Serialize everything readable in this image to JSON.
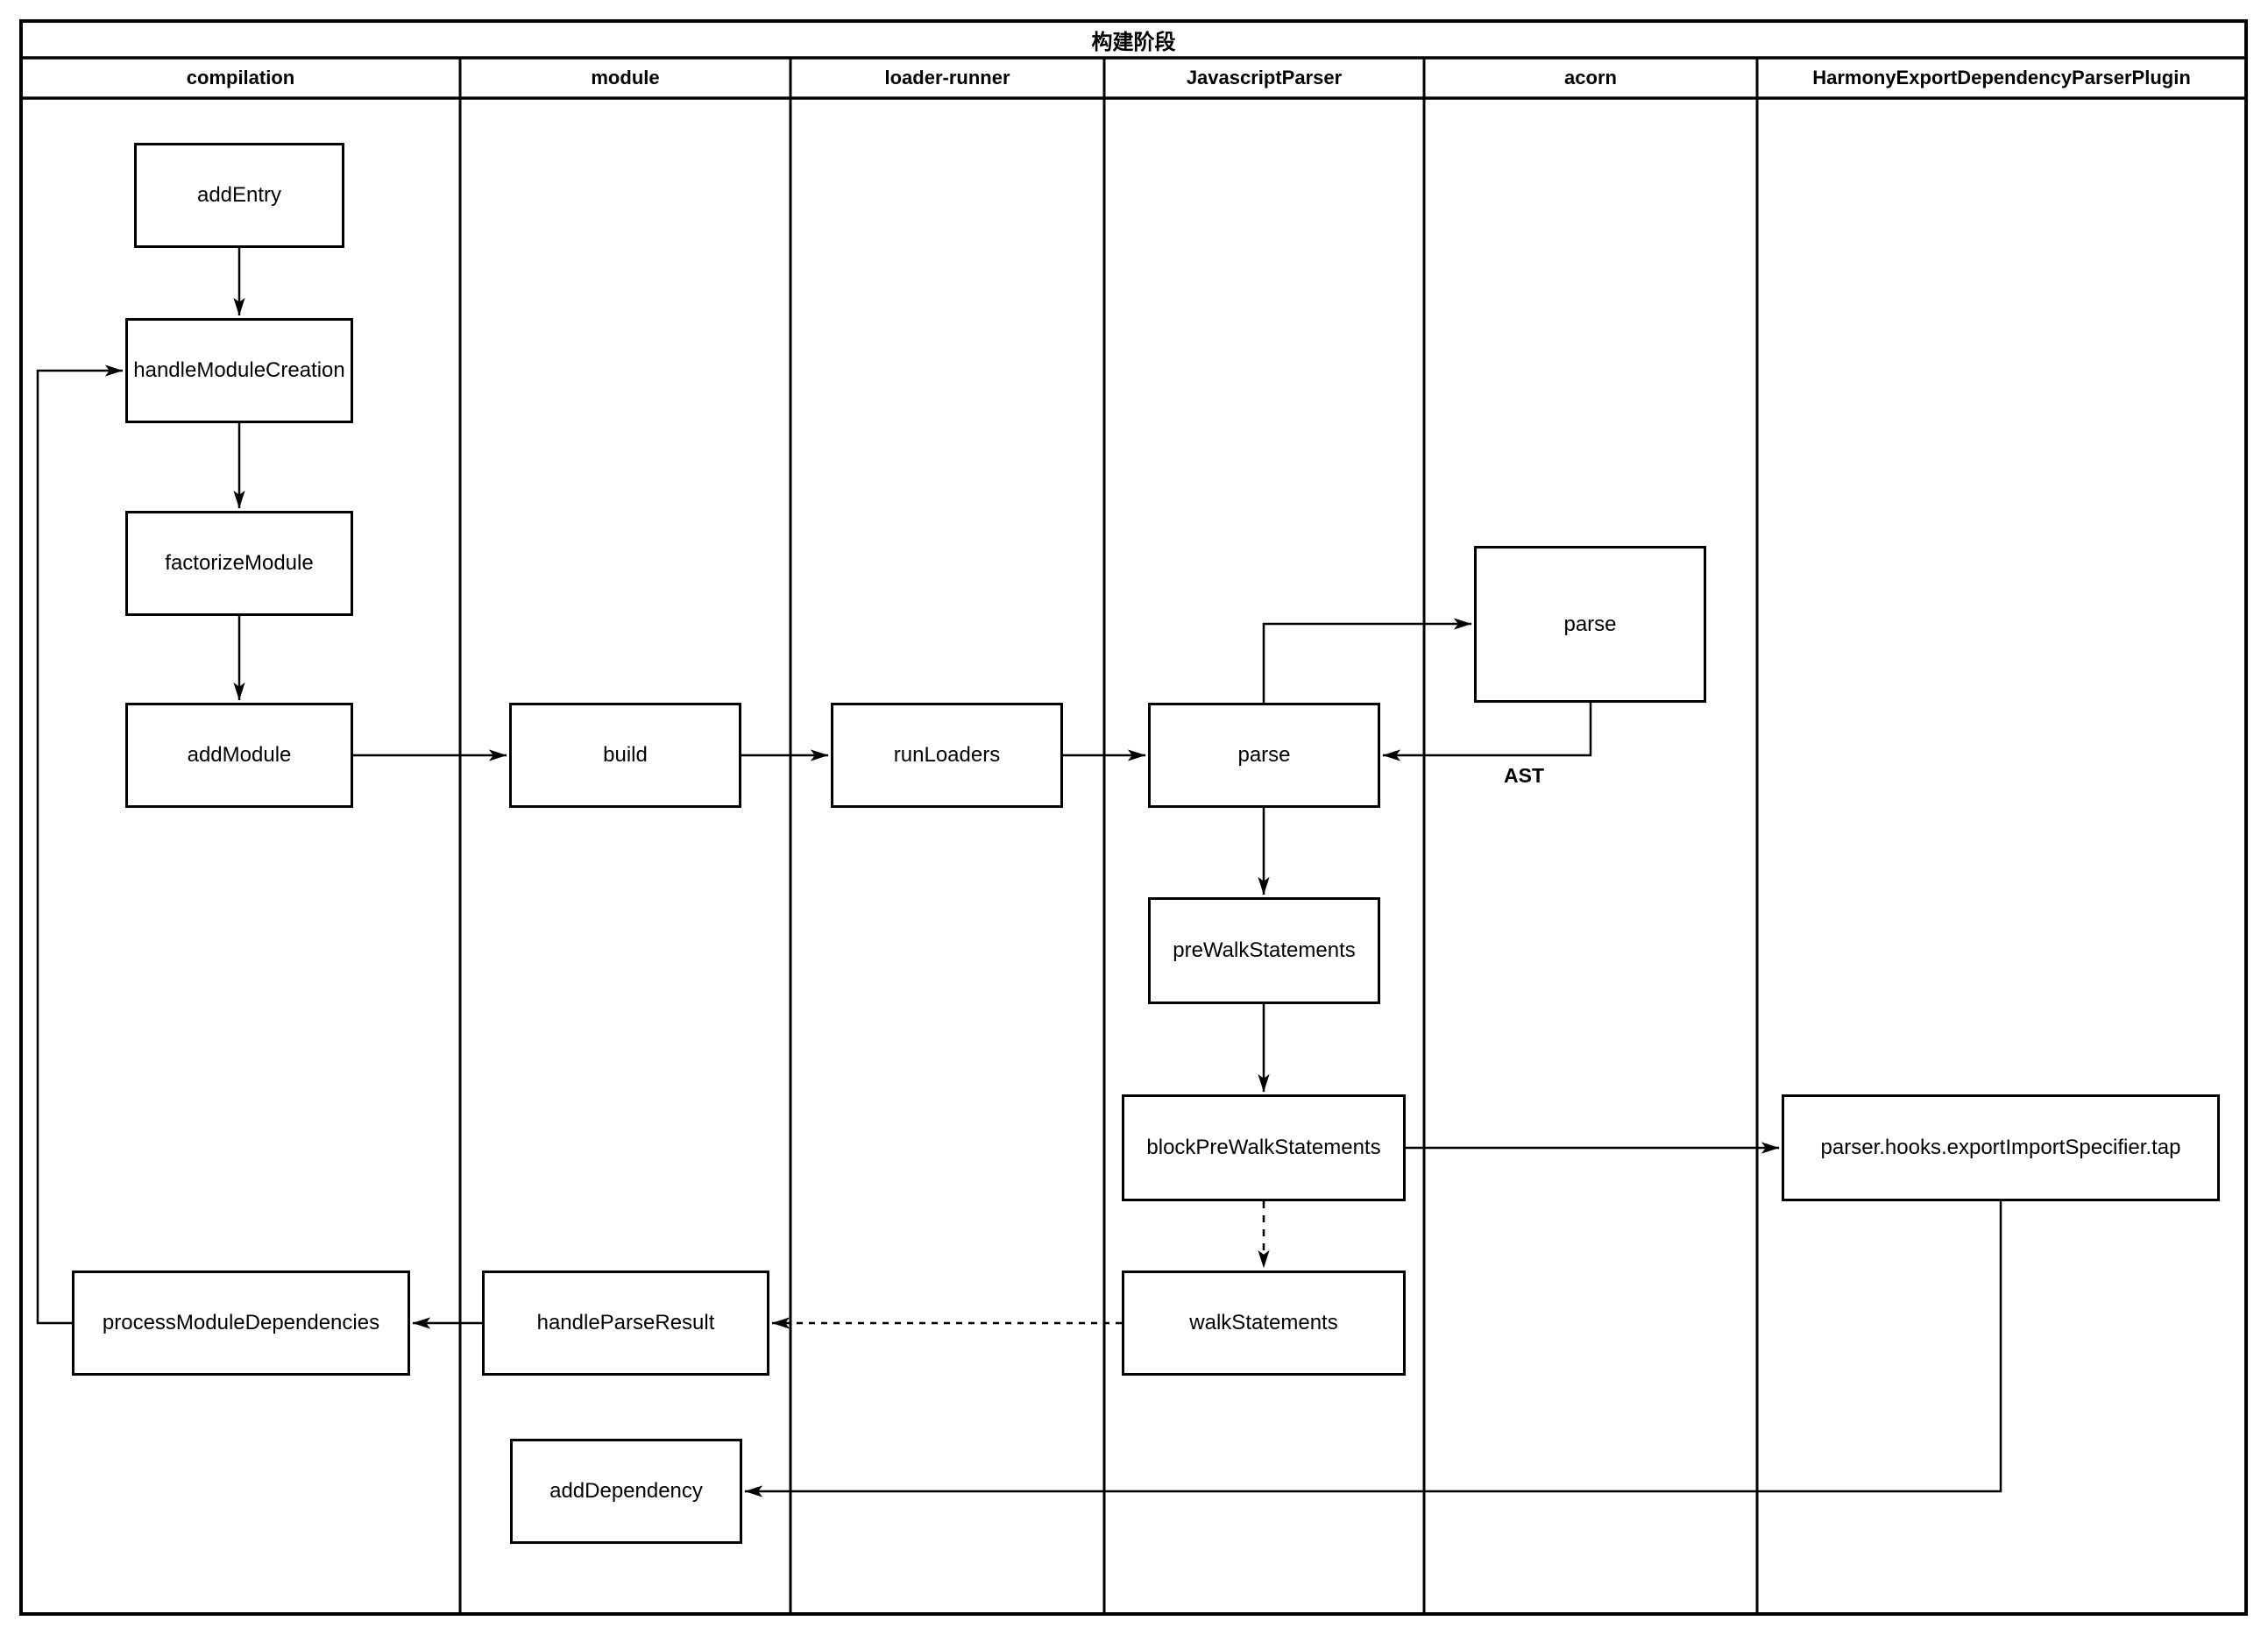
{
  "title": "构建阶段",
  "lanes": [
    {
      "label": "compilation"
    },
    {
      "label": "module"
    },
    {
      "label": "loader-runner"
    },
    {
      "label": "JavascriptParser"
    },
    {
      "label": "acorn"
    },
    {
      "label": "HarmonyExportDependencyParserPlugin"
    }
  ],
  "nodes": {
    "addEntry": {
      "label": "addEntry",
      "lane": "compilation"
    },
    "handleModuleCreation": {
      "label": "handleModuleCreation",
      "lane": "compilation"
    },
    "factorizeModule": {
      "label": "factorizeModule",
      "lane": "compilation"
    },
    "addModule": {
      "label": "addModule",
      "lane": "compilation"
    },
    "build": {
      "label": "build",
      "lane": "module"
    },
    "runLoaders": {
      "label": "runLoaders",
      "lane": "loader-runner"
    },
    "parseJs": {
      "label": "parse",
      "lane": "JavascriptParser"
    },
    "parseAcorn": {
      "label": "parse",
      "lane": "acorn"
    },
    "preWalkStatements": {
      "label": "preWalkStatements",
      "lane": "JavascriptParser"
    },
    "blockPreWalkStatements": {
      "label": "blockPreWalkStatements",
      "lane": "JavascriptParser"
    },
    "walkStatements": {
      "label": "walkStatements",
      "lane": "JavascriptParser"
    },
    "exportImportSpecifierTap": {
      "label": "parser.hooks.exportImportSpecifier.tap",
      "lane": "HarmonyExportDependencyParserPlugin"
    },
    "handleParseResult": {
      "label": "handleParseResult",
      "lane": "module"
    },
    "processModuleDependencies": {
      "label": "processModuleDependencies",
      "lane": "compilation"
    },
    "addDependency": {
      "label": "addDependency",
      "lane": "module"
    }
  },
  "edges": [
    {
      "from": "addEntry",
      "to": "handleModuleCreation",
      "style": "solid"
    },
    {
      "from": "handleModuleCreation",
      "to": "factorizeModule",
      "style": "solid"
    },
    {
      "from": "factorizeModule",
      "to": "addModule",
      "style": "solid"
    },
    {
      "from": "addModule",
      "to": "build",
      "style": "solid"
    },
    {
      "from": "build",
      "to": "runLoaders",
      "style": "solid"
    },
    {
      "from": "runLoaders",
      "to": "parseJs",
      "style": "solid"
    },
    {
      "from": "parseJs",
      "to": "parseAcorn",
      "style": "solid"
    },
    {
      "from": "parseAcorn",
      "to": "parseJs",
      "style": "solid",
      "label": "AST"
    },
    {
      "from": "parseJs",
      "to": "preWalkStatements",
      "style": "solid"
    },
    {
      "from": "preWalkStatements",
      "to": "blockPreWalkStatements",
      "style": "solid"
    },
    {
      "from": "blockPreWalkStatements",
      "to": "exportImportSpecifierTap",
      "style": "solid"
    },
    {
      "from": "blockPreWalkStatements",
      "to": "walkStatements",
      "style": "dashed"
    },
    {
      "from": "walkStatements",
      "to": "handleParseResult",
      "style": "dashed"
    },
    {
      "from": "handleParseResult",
      "to": "processModuleDependencies",
      "style": "solid"
    },
    {
      "from": "processModuleDependencies",
      "to": "handleModuleCreation",
      "style": "solid"
    },
    {
      "from": "exportImportSpecifierTap",
      "to": "addDependency",
      "style": "solid"
    }
  ],
  "edge_labels": {
    "ast": "AST"
  },
  "colors": {
    "line": "#000000",
    "background": "#ffffff",
    "text": "#000000"
  }
}
